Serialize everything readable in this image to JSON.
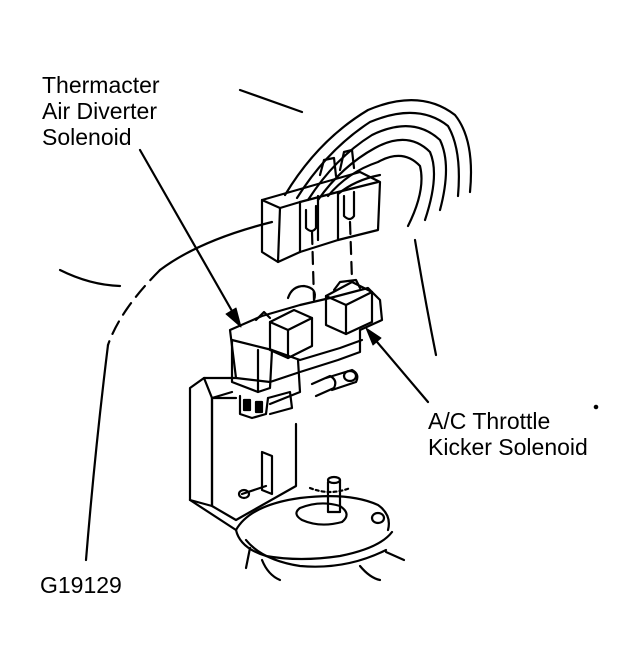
{
  "labels": {
    "thermacter": {
      "line1": "Thermacter",
      "line2": "Air Diverter",
      "line3": "Solenoid"
    },
    "ac_kicker": {
      "line1": "A/C Throttle",
      "line2": "Kicker Solenoid"
    },
    "figure_id": "G19129"
  },
  "colors": {
    "ink": "#000000",
    "paper": "#ffffff"
  }
}
